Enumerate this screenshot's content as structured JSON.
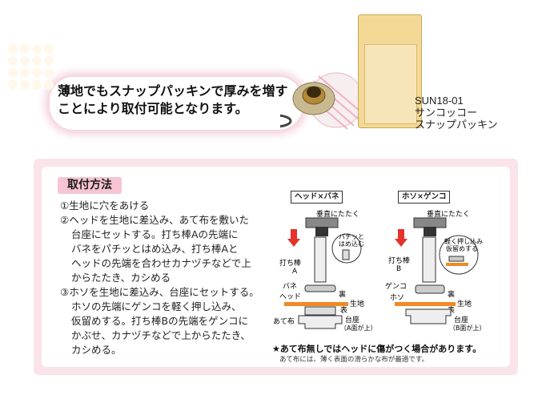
{
  "banner": {
    "line1": "薄地でもスナップパッキンで厚みを増す",
    "line2": "ことにより取付可能となります。"
  },
  "product": {
    "sku": "SUN18-01",
    "brand": "サンコッコー",
    "name": "スナップパッキン"
  },
  "section": {
    "title": "取付方法",
    "steps": [
      "①生地に穴をあける",
      "②ヘッドを生地に差込み、あて布を敷いた",
      "台座にセットする。打ち棒Aの先端に",
      "バネをパチッとはめ込み、打ち棒Aと",
      "ヘッドの先端を合わせカナヅチなどで上",
      "からたたき、カシめる",
      "③ホソを生地に差込み、台座にセットする。",
      "ホソの先端にゲンコを軽く押し込み、",
      "仮留めする。打ち棒Bの先端をゲンコに",
      "かぶせ、カナヅチなどで上からたたき、",
      "カシめる。"
    ]
  },
  "diagram_left": {
    "tag": "ヘッド×バネ",
    "hit": "垂直にたたく",
    "bubble": [
      "パチッと",
      "はめ込む"
    ],
    "rod": [
      "打ち棒",
      "A"
    ],
    "spring": "バネ",
    "head": "ヘッド",
    "ura": "裏",
    "fabric": "生地",
    "omote": "表",
    "cloth": "あて布",
    "base": [
      "台座",
      "（A面が上）"
    ]
  },
  "diagram_right": {
    "tag": "ホソ×ゲンコ",
    "hit": "垂直にたたく",
    "bubble": [
      "軽く押し込み",
      "仮留めする"
    ],
    "rod": [
      "打ち棒",
      "B"
    ],
    "genko": "ゲンコ",
    "hoso": "ホソ",
    "ura": "裏",
    "fabric": "生地",
    "omote": "表",
    "base": [
      "台座",
      "（B面が上）"
    ]
  },
  "notice": {
    "main": "★あて布無しではヘッドに傷がつく場合があります。",
    "sub": "あて布には、薄く表面の滑らかな布が最適です。"
  },
  "colors": {
    "pink_bg": "#fbe3ea",
    "label_pink": "#f6c4d2",
    "arrow_red": "#e5322b",
    "fabric_orange": "#f08a24",
    "card_gold": "#f4d996"
  }
}
